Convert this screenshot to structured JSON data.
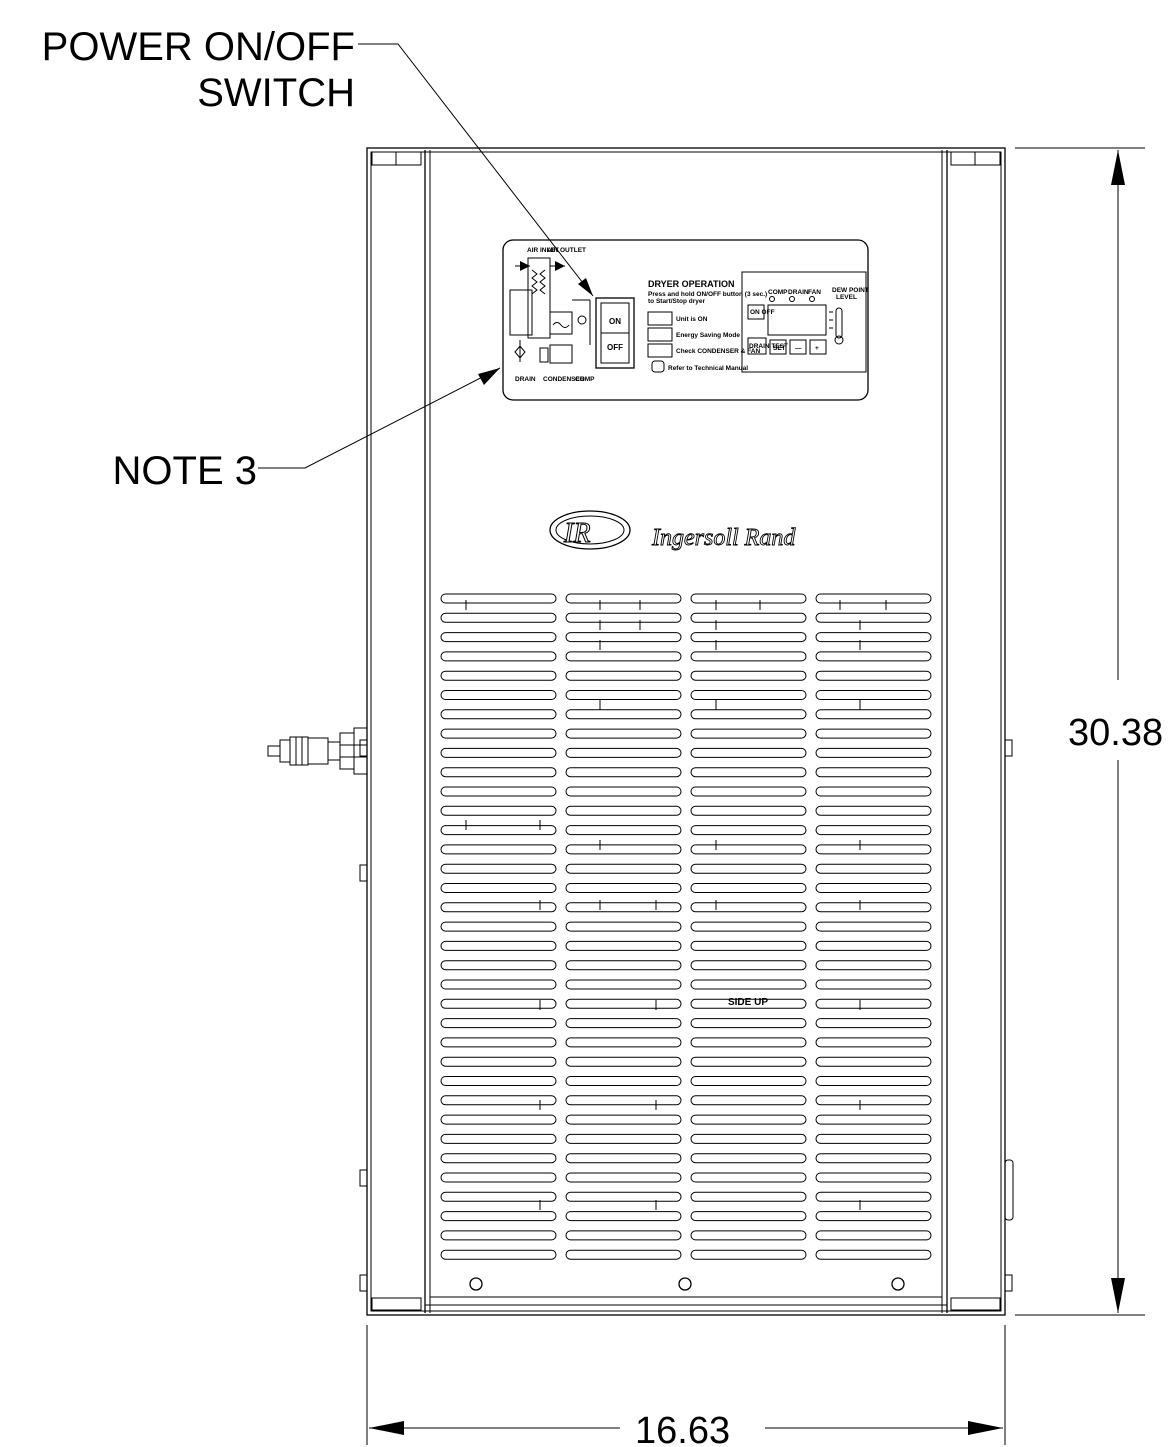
{
  "callouts": {
    "power_switch_line1": "POWER ON/OFF",
    "power_switch_line2": "SWITCH",
    "note": "NOTE 3"
  },
  "dimensions": {
    "height": "30.38",
    "width": "16.63"
  },
  "brand": {
    "logo_mark": "IR",
    "name": "Ingersoll Rand"
  },
  "control_panel": {
    "title": "DRYER OPERATION",
    "subtitle_line1": "Press and hold ON/OFF button (3 sec.)",
    "subtitle_line2": "to Start/Stop dryer",
    "switch_on": "ON",
    "switch_off": "OFF",
    "legend": [
      "Unit is ON",
      "Energy Saving Mode",
      "Check CONDENSER & FAN"
    ],
    "manual_note": "Refer to Technical Manual",
    "indicators": [
      "COMP",
      "DRAIN",
      "FAN"
    ],
    "dew_point_line1": "DEW POINT",
    "dew_point_line2": "LEVEL",
    "schematic_labels": [
      "AIR INLET",
      "AIR OUTLET",
      "DRAIN",
      "CONDENSER",
      "COMP"
    ],
    "buttons": [
      "ON OFF",
      "DRAIN TEST",
      "SET",
      "—",
      "+"
    ]
  },
  "grille_label": "SIDE UP"
}
